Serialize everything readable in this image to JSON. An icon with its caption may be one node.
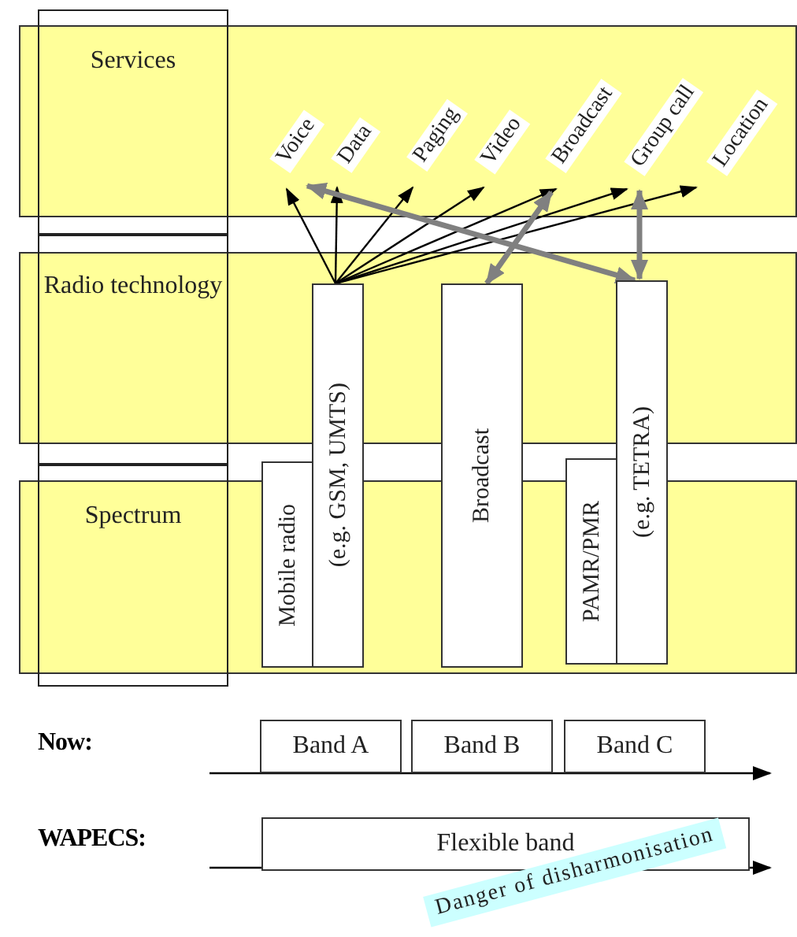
{
  "diagram": {
    "nodes": [
      {
        "text": [
          "Services"
        ]
      },
      {
        "text": [
          "Radio technology"
        ]
      },
      {
        "text": [
          "Spectrum"
        ]
      },
      {
        "text": [
          "Voice"
        ]
      },
      {
        "text": [
          "Data"
        ]
      },
      {
        "text": [
          "Paging"
        ]
      },
      {
        "text": [
          "Video"
        ]
      },
      {
        "text": [
          "Broadcast"
        ]
      },
      {
        "text": [
          "Group call"
        ]
      },
      {
        "text": [
          "Location"
        ]
      },
      {
        "text": [
          "Mobile radio"
        ]
      },
      {
        "text": [
          "(e.g. GSM, UMTS)"
        ]
      },
      {
        "text": [
          "Broadcast"
        ]
      },
      {
        "text": [
          "PAMR/PMR"
        ]
      },
      {
        "text": [
          "(e.g. TETRA)"
        ]
      },
      {
        "text": [
          "Band A"
        ]
      },
      {
        "text": [
          "Band B"
        ]
      },
      {
        "text": [
          "Band C"
        ]
      },
      {
        "text": [
          "Flexible band"
        ]
      }
    ],
    "edges": [
      {
        "from": 11,
        "to": 3,
        "arrow": "to"
      },
      {
        "from": 11,
        "to": 4,
        "arrow": "to"
      },
      {
        "from": 11,
        "to": 5,
        "arrow": "to"
      },
      {
        "from": 11,
        "to": 6,
        "arrow": "to"
      },
      {
        "from": 11,
        "to": 7,
        "arrow": "to"
      },
      {
        "from": 11,
        "to": 8,
        "arrow": "to"
      },
      {
        "from": 11,
        "to": 9,
        "arrow": "to"
      },
      {
        "from": 7,
        "to": 12,
        "arrow": "both",
        "style": "thick",
        "color": "#808080"
      },
      {
        "from": 3,
        "to": 14,
        "arrow": "both",
        "style": "thick",
        "color": "#808080"
      },
      {
        "from": 8,
        "to": 14,
        "arrow": "both",
        "style": "thick",
        "color": "#808080"
      }
    ],
    "labels": [
      "Now:",
      "WAPECS:",
      "Danger of disharmonisation"
    ]
  }
}
